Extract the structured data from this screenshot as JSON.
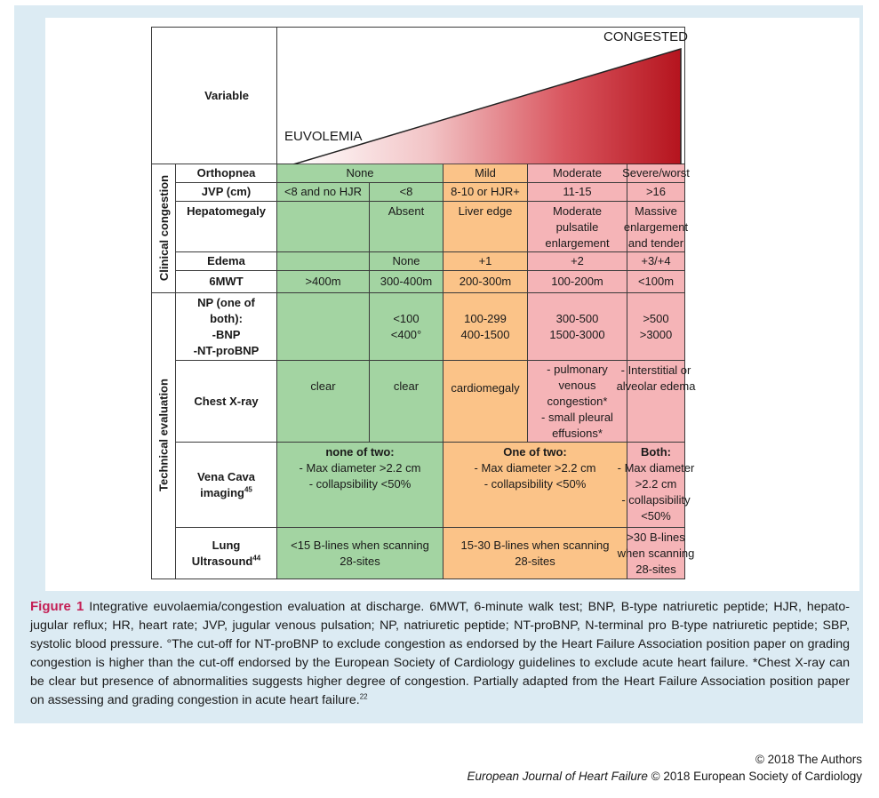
{
  "header": {
    "variable": "Variable",
    "euvolemia": "EUVOLEMIA",
    "congested": "CONGESTED"
  },
  "sections": {
    "clinical": "Clinical congestion",
    "technical": "Technical evaluation"
  },
  "rows": {
    "orthopnea": {
      "label": "Orthopnea",
      "none": "None",
      "mild": "Mild",
      "moderate": "Moderate",
      "severe": "Severe/worst"
    },
    "jvp": {
      "label": "JVP (cm)",
      "c1": "<8 and no HJR",
      "c2": "<8",
      "mild": "8-10 or HJR+",
      "moderate": "11-15",
      "severe": ">16"
    },
    "hepatomegaly": {
      "label": "Hepatomegaly",
      "c2": "Absent",
      "mild": "Liver edge",
      "moderate": [
        "Moderate",
        "pulsatile",
        "enlargement"
      ],
      "severe": [
        "Massive",
        "enlargement",
        "and tender"
      ]
    },
    "edema": {
      "label": "Edema",
      "c2": "None",
      "mild": "+1",
      "moderate": "+2",
      "severe": "+3/+4"
    },
    "walk": {
      "label": "6MWT",
      "c1": ">400m",
      "c2": "300-400m",
      "mild": "200-300m",
      "moderate": "100-200m",
      "severe": "<100m"
    },
    "np": {
      "label": [
        "NP (one of",
        "both):",
        "-BNP",
        "-NT-proBNP"
      ],
      "c2": [
        "<100",
        "<400°"
      ],
      "mild": [
        "100-299",
        "400-1500"
      ],
      "moderate": [
        "300-500",
        "1500-3000"
      ],
      "severe": [
        ">500",
        ">3000"
      ]
    },
    "xray": {
      "label": "Chest X-ray",
      "c1": "clear",
      "c2": "clear",
      "mild": "cardiomegaly",
      "moderate": [
        "- pulmonary",
        "venous",
        "congestion*",
        "- small pleural",
        "effusions*"
      ],
      "severe": [
        "- Interstitial or",
        "alveolar edema"
      ]
    },
    "vena": {
      "label": [
        "Vena Cava",
        "imaging"
      ],
      "ref": "45",
      "green": [
        "none of two:",
        "- Max diameter >2.2 cm",
        "- collapsibility <50%"
      ],
      "orange": [
        "One of two:",
        "- Max diameter >2.2 cm",
        "- collapsibility <50%"
      ],
      "pink": [
        "Both:",
        "- Max diameter",
        ">2.2 cm",
        "- collapsibility",
        "<50%"
      ]
    },
    "lung": {
      "label": [
        "Lung",
        "Ultrasound"
      ],
      "ref": "44",
      "green": [
        "<15 B-lines when scanning",
        "28-sites"
      ],
      "orange": [
        "15-30 B-lines when scanning",
        "28-sites"
      ],
      "pink": [
        ">30 B-lines",
        "when scanning",
        "28-sites"
      ]
    }
  },
  "caption": {
    "label": "Figure 1",
    "text": "Integrative euvolaemia/congestion evaluation at discharge. 6MWT, 6-minute walk test; BNP, B-type natriuretic peptide; HJR, hepato-jugular reflux; HR, heart rate; JVP, jugular venous pulsation; NP, natriuretic peptide; NT-proBNP, N-terminal pro B-type natriuretic peptide; SBP, systolic blood pressure. °The cut-off for NT-proBNP to exclude congestion as endorsed by the Heart Failure Association position paper on grading congestion is higher than the cut-off endorsed by the European Society of Cardiology guidelines to exclude acute heart failure. *Chest X-ray can be clear but presence of abnormalities suggests higher degree of congestion. Partially adapted from the Heart Failure Association position paper on assessing and grading congestion in acute heart failure.",
    "ref": "22"
  },
  "footer": {
    "copyright": "© 2018 The Authors",
    "journal": "European Journal of Heart Failure",
    "society": "© 2018 European Society of Cardiology"
  },
  "colors": {
    "green": "#a3d4a2",
    "orange": "#fbc388",
    "pink": "#f5b4b7",
    "accent": "#c41f55",
    "gradient_dark": "#b5141e"
  }
}
